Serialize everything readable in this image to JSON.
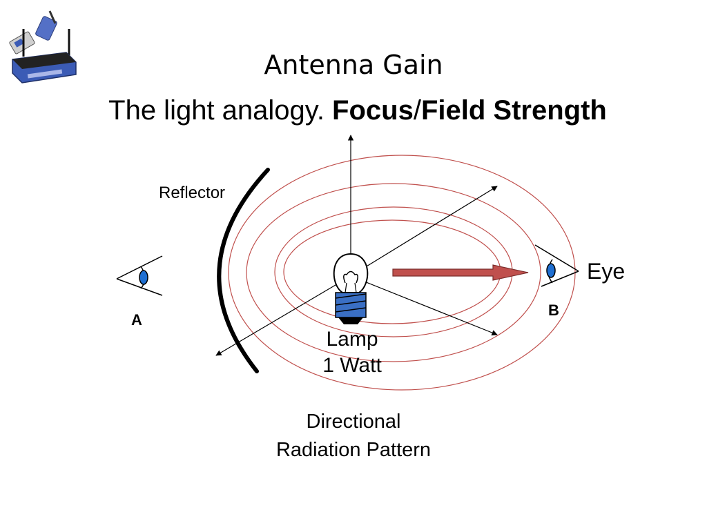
{
  "slide": {
    "title": "Antenna Gain",
    "subtitle_plain": "The light analogy. ",
    "subtitle_bold_1": "Focus",
    "subtitle_sep": "/",
    "subtitle_bold_2": "Field Strength"
  },
  "diagram": {
    "reflector_label": "Reflector",
    "eye_label": "Eye",
    "observer_a": "A",
    "observer_b": "B",
    "lamp_line1": "Lamp",
    "lamp_line2": "1 Watt",
    "pattern_line1": "Directional",
    "pattern_line2": "Radiation Pattern"
  },
  "colors": {
    "ellipse_stroke": "#c0504d",
    "focus_arrow": "#c0504d",
    "eye_iris": "#1f6fd1",
    "bulb_base": "#3a6fc4",
    "router_body": "#3b5bb5"
  },
  "icons": [
    "router-logo-icon",
    "lamp-icon",
    "eye-icon",
    "focus-arrow-icon"
  ]
}
